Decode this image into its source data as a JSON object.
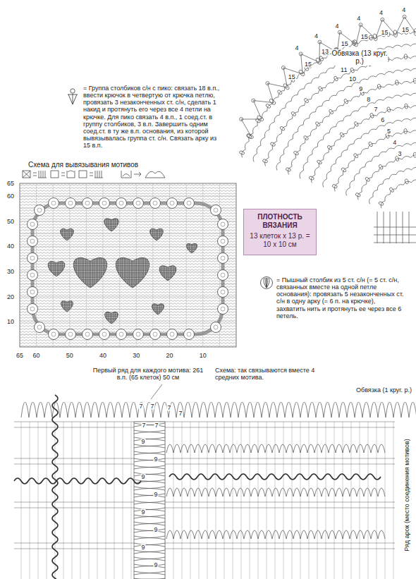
{
  "diagram": {
    "nodes": [
      {
        "text": [
          "ПЛОТНОСТЬ ВЯЗАНИЯ",
          "13 клеток х 13 р. = 10 х 10 см"
        ]
      }
    ],
    "labels": [
      "4",
      "4",
      "4",
      "4",
      "4",
      "4",
      "15",
      "15",
      "15",
      "15",
      "15",
      "15",
      "15",
      "13",
      "12",
      "11",
      "10",
      "9",
      "8",
      "7",
      "6",
      "5",
      "4",
      "3",
      "Обвязка (13 круг. р.)",
      "Схема для вывязывания мотивов",
      "65",
      "60",
      "50",
      "40",
      "30",
      "20",
      "10",
      "65",
      "60",
      "50",
      "40",
      "30",
      "20",
      "10",
      "Первый ряд для каждого мотива: 261 в.п. (65 клеток) 50 см",
      "Схема: так связываются вместе 4 средних мотива.",
      "Обвязка (1 круг. р.)",
      "Ряд арок (место соединения мотивов)",
      "7",
      "7",
      "7",
      "7",
      "7",
      "7",
      "9",
      "9",
      "9",
      "9",
      "9",
      "9",
      "9",
      "9"
    ],
    "legend": [
      {
        "text": "= Группа столбиков с/н с пико: связать 18 в.п., ввести крючок в четвертую от крючка петлю, провязать 3 незаконченных ст. с/н, сделать 1 накид и протянуть его через все 4 петли на крючке. Для пико связать 4 в.п., 1 соед.ст. в группу столбиков, 3 в.п. Завершить одним соед.ст. в ту же в.п. основания, из которой вывязывалась группа ст. с/н. Связать арку из 15 в.п."
      },
      {
        "text": "= Пышный столбик из 5 ст. с/н (= 5 ст. с/н, связанных вместе на одной петле основания): провязать 5 незаконченных ст. с/н в одну арку (= 6 п. на крючке), захватить нить и протянуть ее через все 6 петель."
      }
    ]
  }
}
